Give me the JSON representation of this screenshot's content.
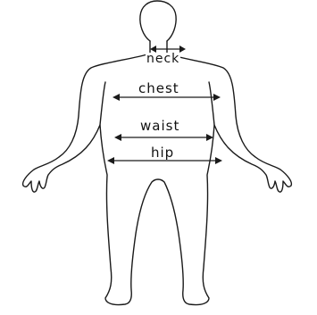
{
  "figure": {
    "measurements": {
      "neck": "neck",
      "chest": "chest",
      "waist": "waist",
      "hip": "hip"
    }
  }
}
